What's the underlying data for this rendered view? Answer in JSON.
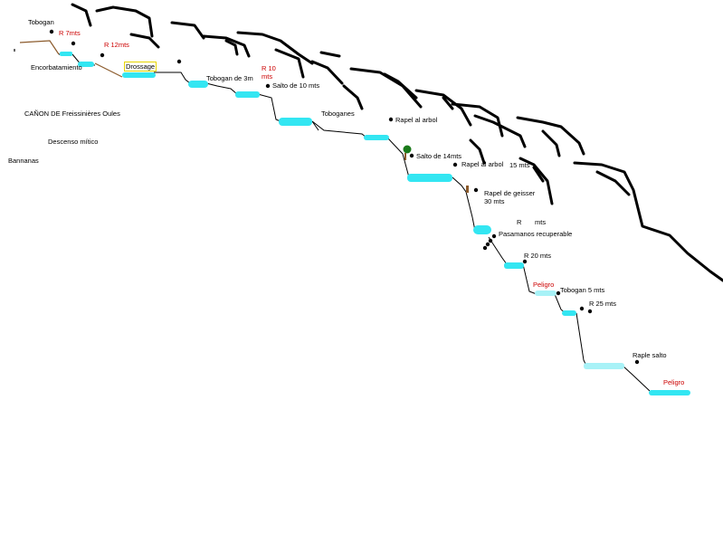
{
  "diagram": {
    "title": "CAÑON DE Freissinières Oules",
    "subtitle": "Descenso mítico",
    "note": "Bannanas",
    "colors": {
      "pool": "#33e6f2",
      "pool_light": "#a8f2f7",
      "cliff": "#000000",
      "path": "#8b5a2b",
      "warning": "#cc0000",
      "highlight_border": "#e6d400"
    },
    "labels": [
      {
        "text": "Tobogan",
        "kind": "normal"
      },
      {
        "text": "R 7mts",
        "kind": "warning"
      },
      {
        "text": "R 12mts",
        "kind": "warning"
      },
      {
        "text": "Encorbatamiento",
        "kind": "normal"
      },
      {
        "text": "Drossage",
        "kind": "highlight"
      },
      {
        "text": "Tobogan de 3m",
        "kind": "normal"
      },
      {
        "text": "R 10 mts",
        "kind": "warning"
      },
      {
        "text": "Salto de 10 mts",
        "kind": "normal"
      },
      {
        "text": "Toboganes",
        "kind": "normal"
      },
      {
        "text": "Rapel al arbol",
        "kind": "normal"
      },
      {
        "text": "Salto de 14mts",
        "kind": "normal"
      },
      {
        "text": "Rapel al arbol",
        "kind": "normal"
      },
      {
        "text": "15 mts",
        "kind": "normal"
      },
      {
        "text": "Rapel de geisser 30 mts",
        "kind": "normal"
      },
      {
        "text": "R       mts",
        "kind": "normal"
      },
      {
        "text": "Pasamanos recuperable",
        "kind": "normal"
      },
      {
        "text": "R 20 mts",
        "kind": "normal"
      },
      {
        "text": "Peligro",
        "kind": "warning"
      },
      {
        "text": "Tobogan 5 mts",
        "kind": "normal"
      },
      {
        "text": "R 25 mts",
        "kind": "normal"
      },
      {
        "text": "Raple salto",
        "kind": "normal"
      },
      {
        "text": "Peligro",
        "kind": "warning"
      }
    ]
  }
}
